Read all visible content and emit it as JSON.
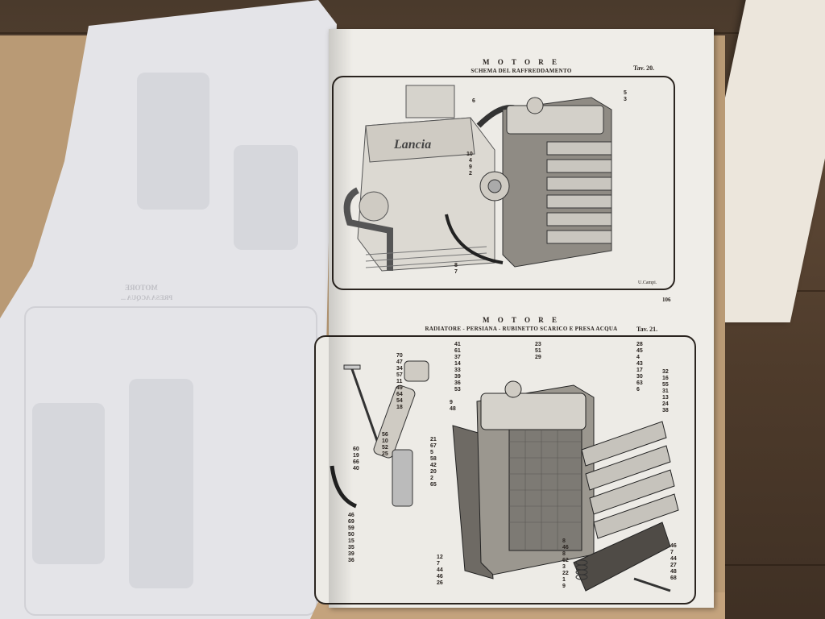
{
  "scene": {
    "description": "Photograph of an open vintage Lancia engine parts manual on a wooden table",
    "colors": {
      "wood": "#4e3b2b",
      "cardboard": "#b99a75",
      "paper": "#efede8",
      "ink": "#2a2420",
      "ghost_page": "#e4e4e8"
    }
  },
  "plate_top": {
    "heading": "M O T O R E",
    "subtitle": "SCHEMA DEL RAFFREDDAMENTO",
    "plate_number": "Tav. 20.",
    "brand_on_engine": "Lancia",
    "signature": "U.Campi.",
    "page_number": "106",
    "callouts_left": [
      "6",
      "10",
      "4",
      "9",
      "2",
      "8",
      "7"
    ],
    "callouts_right": [
      "5",
      "3"
    ]
  },
  "plate_bottom": {
    "heading": "M O T O R E",
    "subtitle": "RADIATORE - PERSIANA - RUBINETTO SCARICO E PRESA ACQUA",
    "plate_number": "Tav. 21.",
    "callouts": {
      "col_a": [
        "70",
        "47",
        "34",
        "57",
        "11",
        "49",
        "64",
        "54",
        "18"
      ],
      "col_b": [
        "41",
        "61",
        "37",
        "14",
        "33",
        "39",
        "36",
        "53"
      ],
      "col_c": [
        "23",
        "51",
        "29"
      ],
      "col_d": [
        "28",
        "45",
        "4",
        "43",
        "17",
        "30",
        "63",
        "6"
      ],
      "col_e": [
        "32",
        "16",
        "55",
        "31",
        "13",
        "24",
        "38"
      ],
      "col_f": [
        "9",
        "48"
      ],
      "col_g": [
        "56",
        "10",
        "52",
        "25"
      ],
      "col_h": [
        "60",
        "19",
        "66",
        "40"
      ],
      "col_i": [
        "21",
        "67",
        "5",
        "58",
        "42",
        "20",
        "2",
        "65"
      ],
      "col_j": [
        "46",
        "69",
        "59",
        "50",
        "15",
        "35",
        "39",
        "36"
      ],
      "col_k": [
        "12",
        "7",
        "44",
        "46",
        "26"
      ],
      "col_l": [
        "8",
        "46",
        "8",
        "62",
        "3",
        "22",
        "1",
        "9"
      ],
      "col_m": [
        "46",
        "7",
        "44",
        "27",
        "48",
        "68"
      ]
    }
  },
  "ghost_page": {
    "heading_mirrored": "MOTORE",
    "subtitle_mirrored": "PRESA ACQUA ..."
  }
}
